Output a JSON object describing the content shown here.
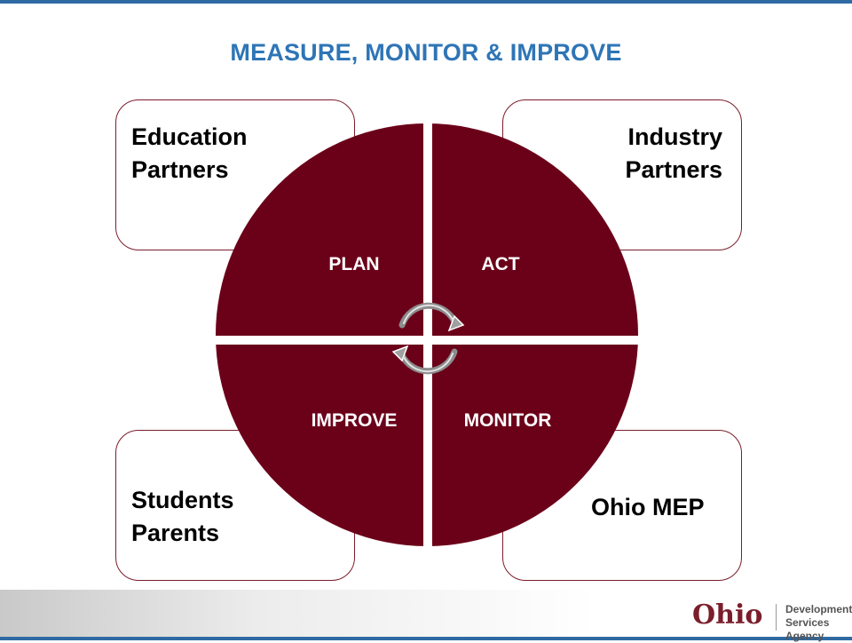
{
  "title": "MEASURE, MONITOR & IMPROVE",
  "partners": {
    "top_left": [
      "Education",
      "Partners"
    ],
    "top_right": [
      "Industry",
      "Partners"
    ],
    "bottom_left": [
      "Students",
      "Parents"
    ],
    "bottom_right": "Ohio MEP"
  },
  "quadrants": {
    "plan": "PLAN",
    "act": "ACT",
    "improve": "IMPROVE",
    "monitor": "MONITOR"
  },
  "cycle_icon": "circular-arrows-icon",
  "colors": {
    "title": "#2e75b6",
    "wheel": "#6b0019",
    "box_border": "#7b1d2b"
  },
  "logo": {
    "name": "Ohio",
    "agency_line1": "Development",
    "agency_line2": "Services Agency"
  }
}
